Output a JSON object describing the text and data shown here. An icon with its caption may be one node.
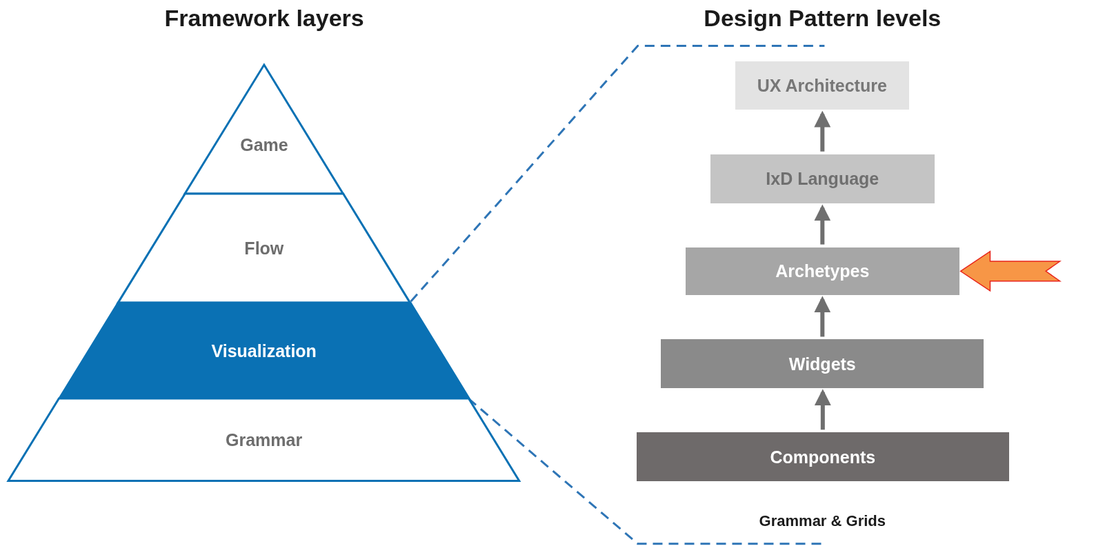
{
  "diagram": {
    "nodes": [
      {
        "text": [
          "Game"
        ]
      },
      {
        "text": [
          "Flow"
        ]
      },
      {
        "text": [
          "Visualization"
        ]
      },
      {
        "text": [
          "Grammar"
        ]
      },
      {
        "text": [
          "UX Architecture"
        ]
      },
      {
        "text": [
          "IxD Language"
        ]
      },
      {
        "text": [
          "Archetypes"
        ]
      },
      {
        "text": [
          "Widgets"
        ]
      },
      {
        "text": [
          "Components"
        ]
      }
    ],
    "edges": [
      {
        "from": 8,
        "to": 7,
        "arrow": "to"
      },
      {
        "from": 7,
        "to": 6,
        "arrow": "to"
      },
      {
        "from": 6,
        "to": 5,
        "arrow": "to"
      },
      {
        "from": 5,
        "to": 4,
        "arrow": "to"
      },
      {
        "from": null,
        "to": 6,
        "arrow": "to",
        "style": "thick",
        "color": "#f79646"
      }
    ],
    "labels": [
      "Framework layers",
      "Design Pattern levels",
      "Grammar & Grids"
    ]
  }
}
